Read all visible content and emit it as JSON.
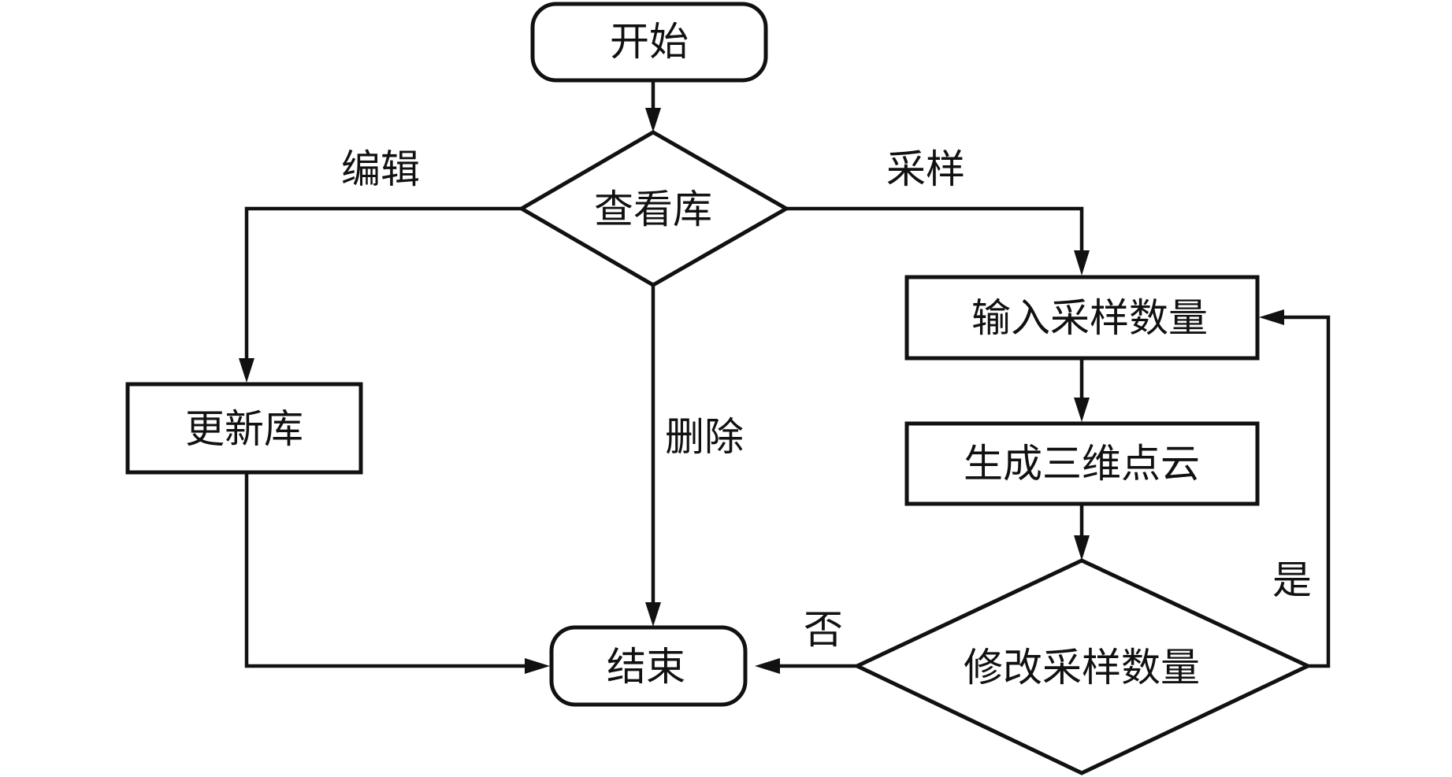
{
  "diagram": {
    "type": "flowchart",
    "nodes": {
      "start": {
        "label": "开始",
        "shape": "terminator"
      },
      "view_library": {
        "label": "查看库",
        "shape": "decision"
      },
      "update_library": {
        "label": "更新库",
        "shape": "process"
      },
      "input_sample_count": {
        "label": "输入采样数量",
        "shape": "process"
      },
      "generate_point_cloud": {
        "label": "生成三维点云",
        "shape": "process"
      },
      "modify_sample_count": {
        "label": "修改采样数量",
        "shape": "decision"
      },
      "end": {
        "label": "结束",
        "shape": "terminator"
      }
    },
    "edge_labels": {
      "edit": "编辑",
      "sample": "采样",
      "delete": "删除",
      "yes": "是",
      "no": "否"
    },
    "edges": [
      {
        "from": "start",
        "to": "view_library",
        "label": ""
      },
      {
        "from": "view_library",
        "to": "update_library",
        "label": "编辑"
      },
      {
        "from": "view_library",
        "to": "input_sample_count",
        "label": "采样"
      },
      {
        "from": "view_library",
        "to": "end",
        "label": "删除"
      },
      {
        "from": "update_library",
        "to": "end",
        "label": ""
      },
      {
        "from": "input_sample_count",
        "to": "generate_point_cloud",
        "label": ""
      },
      {
        "from": "generate_point_cloud",
        "to": "modify_sample_count",
        "label": ""
      },
      {
        "from": "modify_sample_count",
        "to": "input_sample_count",
        "label": "是"
      },
      {
        "from": "modify_sample_count",
        "to": "end",
        "label": "否"
      }
    ]
  }
}
